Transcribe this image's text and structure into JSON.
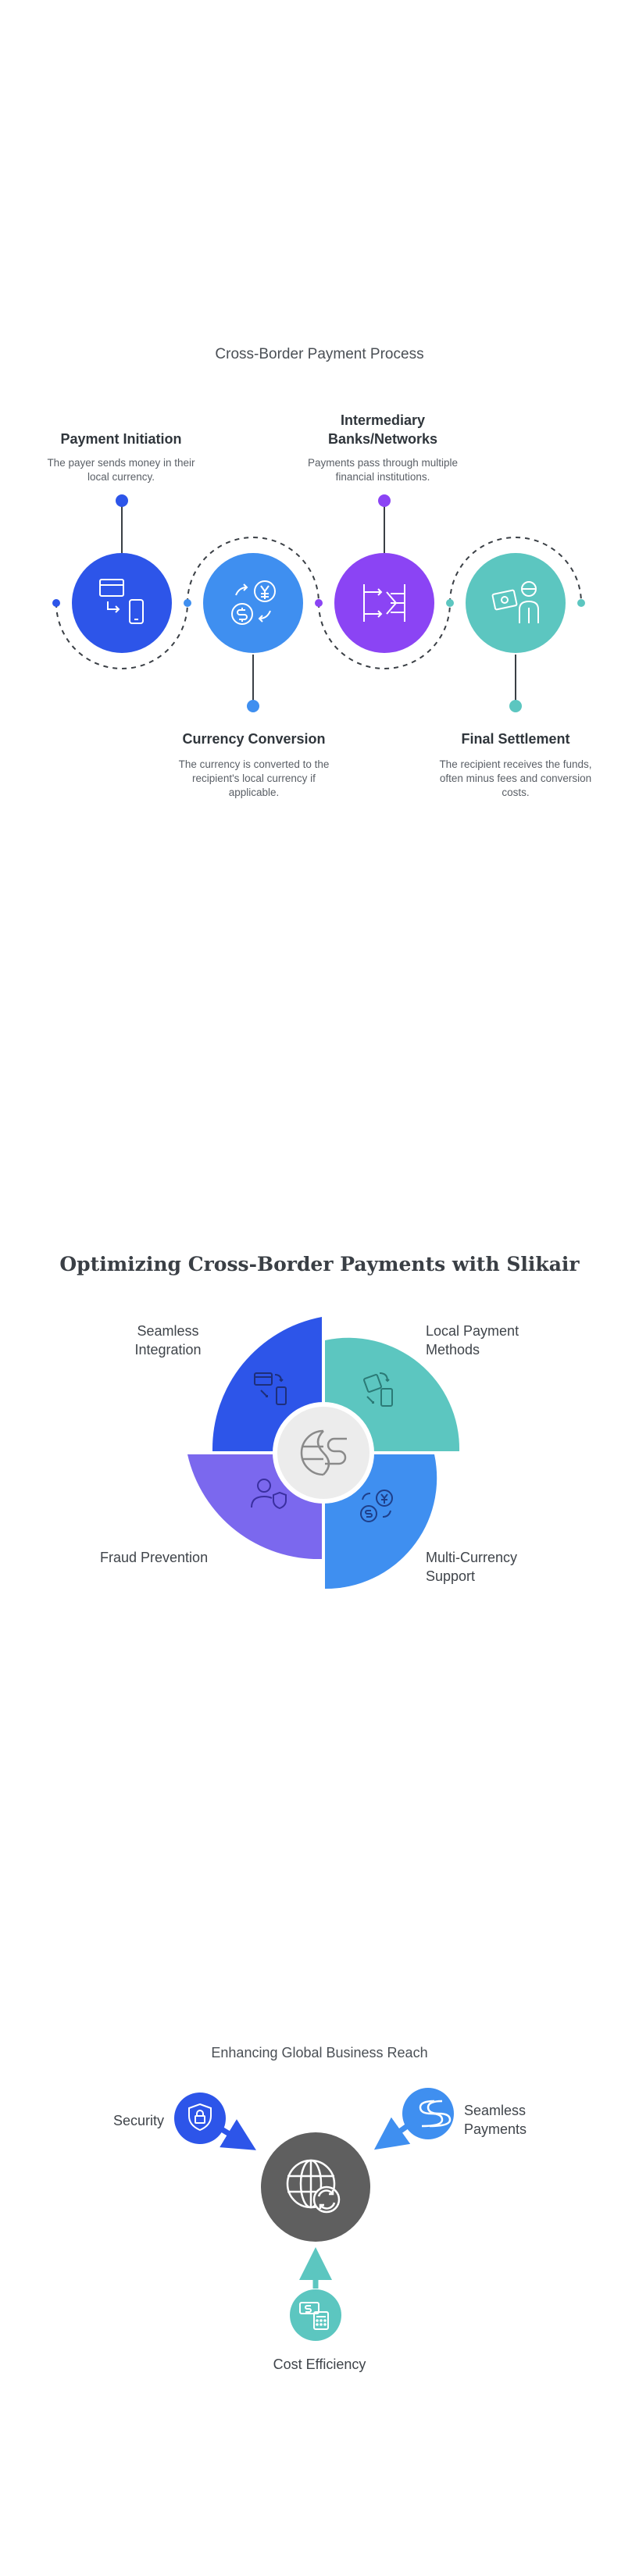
{
  "process": {
    "title": "Cross-Border Payment Process",
    "steps": [
      {
        "title": "Payment Initiation",
        "desc": "The payer sends money in their local currency.",
        "color": "#2d55e9",
        "icon": "card-phone-exchange-icon"
      },
      {
        "title": "Currency Conversion",
        "desc": "The currency is converted to the recipient's local currency if applicable.",
        "color": "#3f8ff0",
        "icon": "currency-exchange-icon"
      },
      {
        "title": "Intermediary Banks/Networks",
        "desc": "Payments pass through multiple financial institutions.",
        "color": "#8b44f4",
        "icon": "network-routing-icon"
      },
      {
        "title": "Final Settlement",
        "desc": "The recipient receives the funds, often minus fees and conversion costs.",
        "color": "#5cc6c0",
        "icon": "cash-person-icon"
      }
    ]
  },
  "optimize": {
    "title": "Optimizing Cross-Border Payments with Slikair",
    "quadrants": [
      {
        "label": "Seamless Integration",
        "color": "#2d55e9",
        "icon": "card-phone-exchange-icon"
      },
      {
        "label": "Local Payment Methods",
        "color": "#5cc6c0",
        "icon": "card-transfer-icon"
      },
      {
        "label": "Fraud Prevention",
        "color": "#7b68ee",
        "icon": "user-shield-icon"
      },
      {
        "label": "Multi-Currency Support",
        "color": "#3f8ff0",
        "icon": "currency-exchange-icon"
      }
    ],
    "center_icon": "globe-s-icon"
  },
  "reach": {
    "title": "Enhancing Global Business Reach",
    "items": [
      {
        "label": "Security",
        "color": "#2d55e9",
        "icon": "shield-lock-icon"
      },
      {
        "label": "Seamless Payments",
        "color": "#3f8ff0",
        "icon": "winding-road-icon"
      },
      {
        "label": "Cost Efficiency",
        "color": "#5cc6c0",
        "icon": "money-calculator-icon"
      }
    ],
    "center_icon": "globe-refresh-icon"
  }
}
